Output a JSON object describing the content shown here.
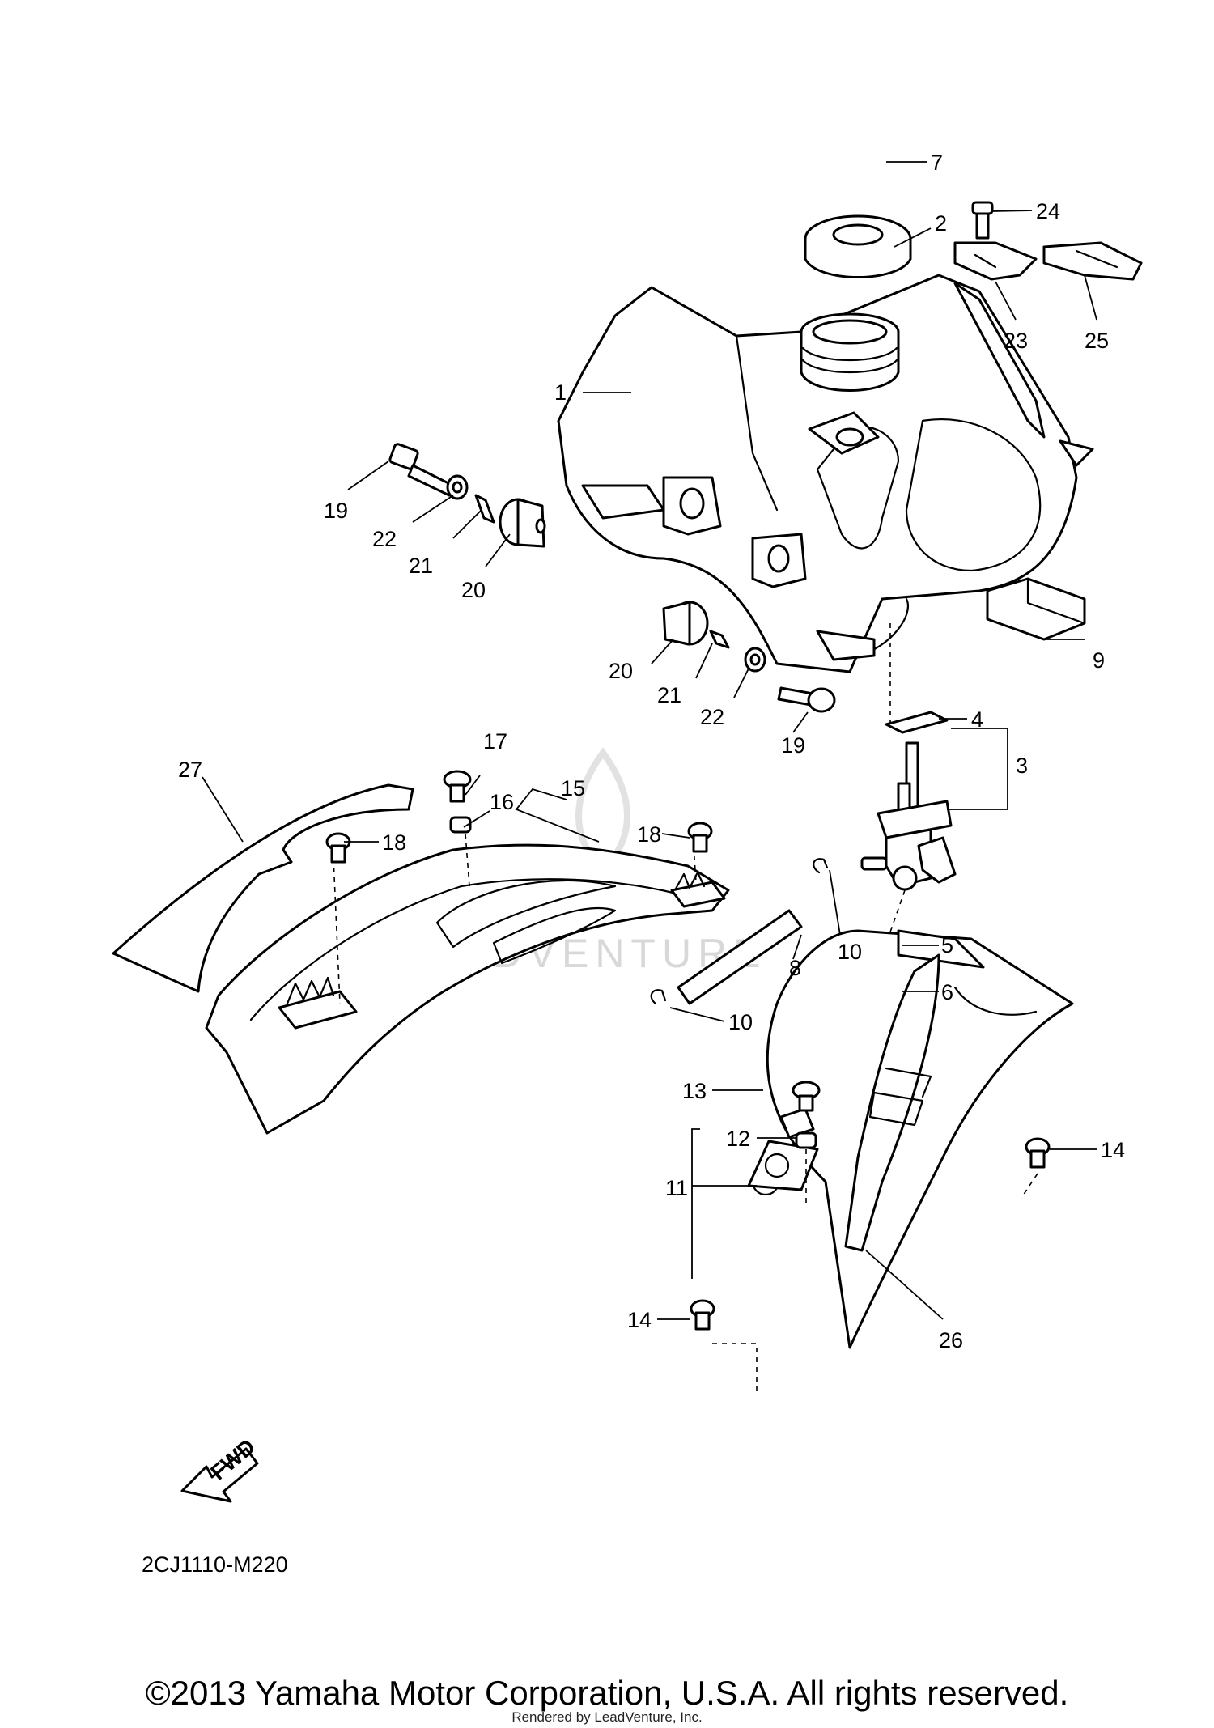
{
  "diagram": {
    "code": "2CJ1110-M220",
    "fwd_label": "FWD",
    "watermark": "LEADVENTURE"
  },
  "callouts": {
    "c1": "1",
    "c2": "2",
    "c3": "3",
    "c4": "4",
    "c5": "5",
    "c6": "6",
    "c7": "7",
    "c8": "8",
    "c9": "9",
    "c10a": "10",
    "c10b": "10",
    "c11": "11",
    "c12": "12",
    "c13": "13",
    "c14a": "14",
    "c14b": "14",
    "c15": "15",
    "c16": "16",
    "c17": "17",
    "c18a": "18",
    "c18b": "18",
    "c19a": "19",
    "c19b": "19",
    "c20a": "20",
    "c20b": "20",
    "c21a": "21",
    "c21b": "21",
    "c22a": "22",
    "c22b": "22",
    "c23": "23",
    "c24": "24",
    "c25": "25",
    "c26": "26",
    "c27": "27"
  },
  "footer": {
    "copyright": "©2013 Yamaha Motor Corporation, U.S.A. All rights reserved.",
    "rendered_by": "Rendered by LeadVenture, Inc."
  }
}
